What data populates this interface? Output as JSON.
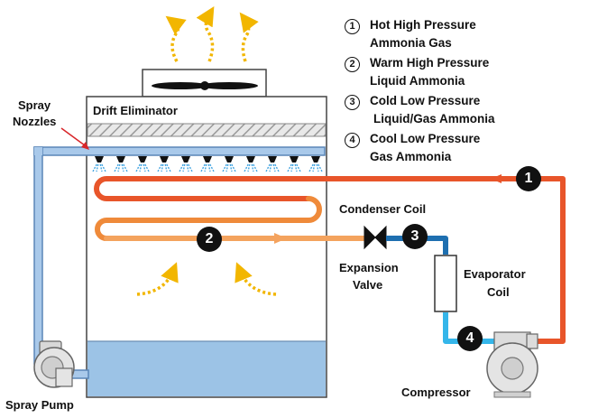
{
  "legend": [
    {
      "num": "1",
      "line1": "Hot High Pressure",
      "line2": "Ammonia Gas"
    },
    {
      "num": "2",
      "line1": "Warm High Pressure",
      "line2": "Liquid Ammonia"
    },
    {
      "num": "3",
      "line1": "Cold Low Pressure",
      "line2": "Liquid/Gas Ammonia"
    },
    {
      "num": "4",
      "line1": "Cool Low Pressure",
      "line2": "Gas Ammonia"
    }
  ],
  "labels": {
    "drift_eliminator": "Drift Eliminator",
    "spray_nozzles_1": "Spray",
    "spray_nozzles_2": "Nozzles",
    "condenser_coil": "Condenser Coil",
    "expansion_1": "Expansion",
    "expansion_2": "Valve",
    "evaporator_1": "Evaporator",
    "evaporator_2": "Coil",
    "compressor": "Compressor",
    "spray_pump": "Spray Pump"
  },
  "badges": {
    "b1": "1",
    "b2": "2",
    "b3": "3",
    "b4": "4"
  },
  "colors": {
    "hot_gas": "#e8552a",
    "coil_mid": "#ef8a3a",
    "warm_liquid": "#f4a35e",
    "cold_line": "#1e6fb0",
    "cool_line": "#35b6ea",
    "water": "#9cc3e6",
    "water_pipe": "#a9c9ea",
    "airflow": "#f2b600",
    "tower_outline": "#444444"
  }
}
